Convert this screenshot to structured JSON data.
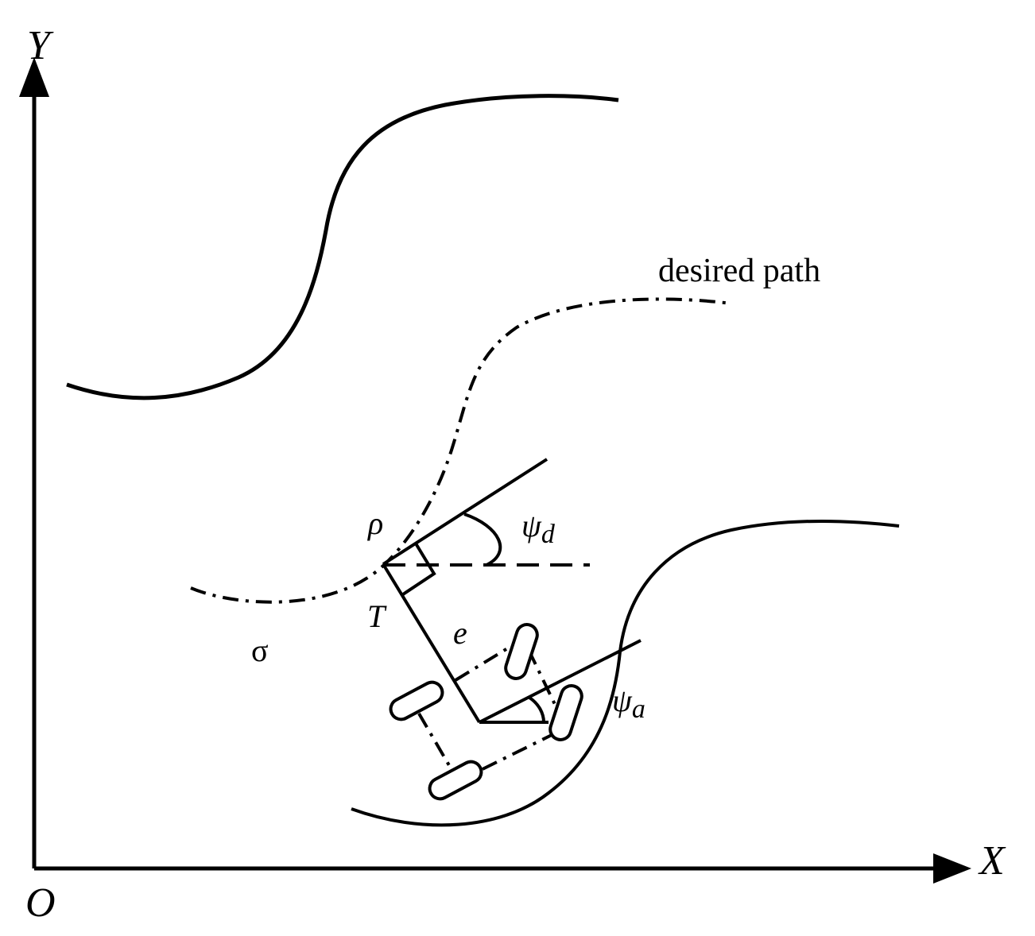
{
  "axes": {
    "x_label": "X",
    "y_label": "Y",
    "origin_label": "O"
  },
  "labels": {
    "desired_path": "desired path",
    "rho": "ρ",
    "psi_d_symbol": "ψ",
    "psi_d_sub": "d",
    "psi_a_symbol": "ψ",
    "psi_a_sub": "a",
    "T": "T",
    "e": "e",
    "sigma": "σ"
  },
  "colors": {
    "stroke": "#000000",
    "background": "#ffffff"
  }
}
